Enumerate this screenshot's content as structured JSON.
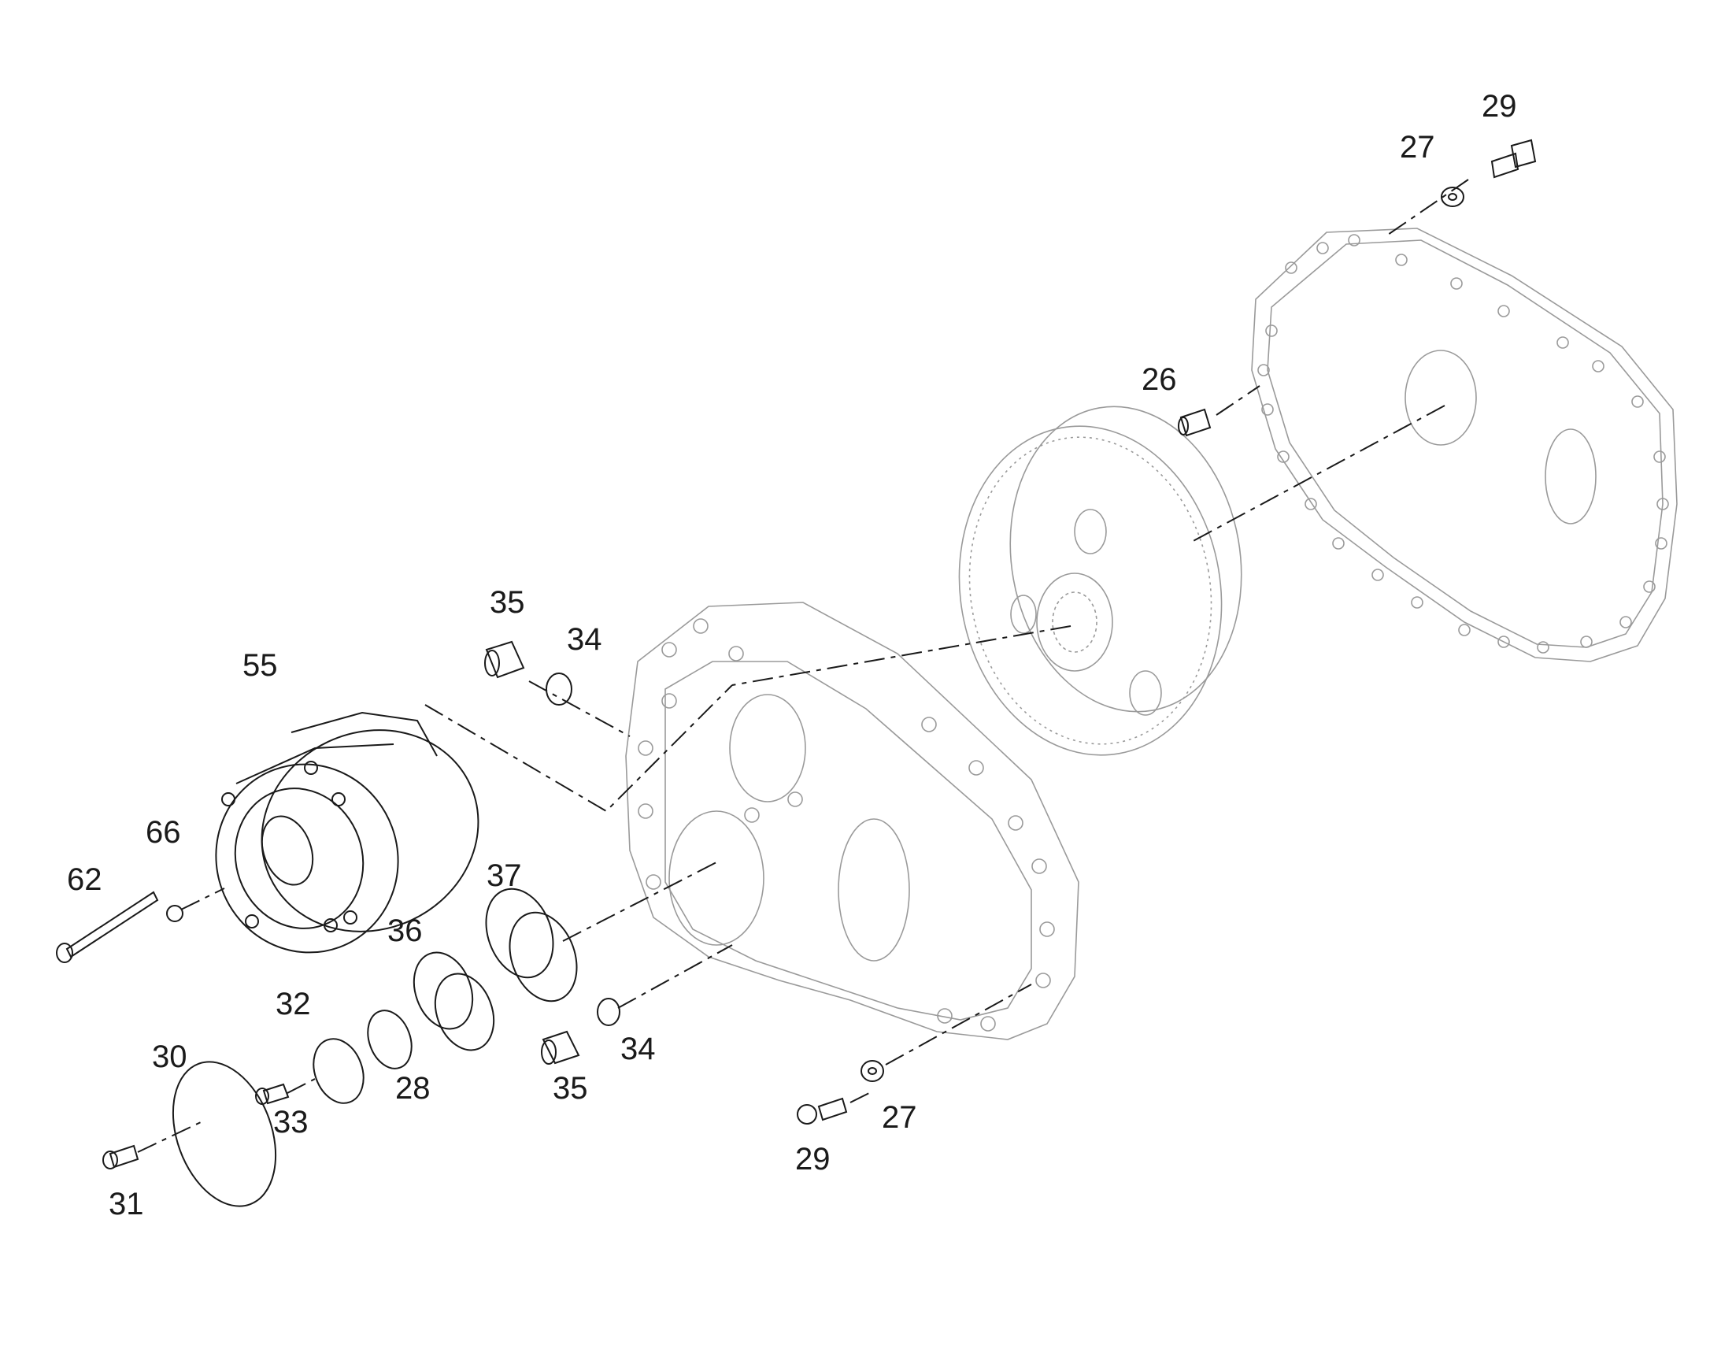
{
  "callouts": {
    "c29_top": "29",
    "c27_top": "27",
    "c26": "26",
    "c35_top": "35",
    "c34_top": "34",
    "c55": "55",
    "c66": "66",
    "c62": "62",
    "c37": "37",
    "c36": "36",
    "c32": "32",
    "c30": "30",
    "c28": "28",
    "c33": "33",
    "c31": "31",
    "c34_bottom": "34",
    "c35_bottom": "35",
    "c27_bottom": "27",
    "c29_bottom": "29"
  }
}
